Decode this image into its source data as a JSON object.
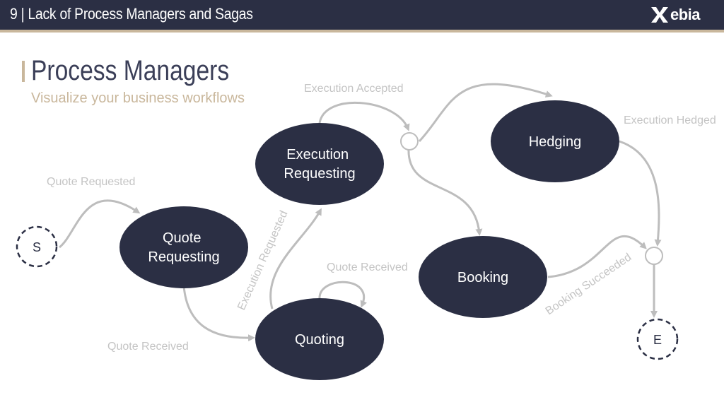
{
  "header": {
    "title": "9 | Lack of Process Managers and Sagas",
    "logo_text": "ebia"
  },
  "heading": {
    "title": "Process Managers",
    "subtitle": "Visualize your business workflows"
  },
  "nodes": {
    "quote_requesting": [
      "Quote",
      "Requesting"
    ],
    "quoting": [
      "Quoting"
    ],
    "execution_requesting": [
      "Execution",
      "Requesting"
    ],
    "hedging": [
      "Hedging"
    ],
    "booking": [
      "Booking"
    ]
  },
  "terminals": {
    "start": "S",
    "end": "E"
  },
  "edges": {
    "quote_requested": "Quote Requested",
    "quote_received_1": "Quote Received",
    "quote_received_2": "Quote Received",
    "execution_requested": "Execution Requested",
    "execution_accepted": "Execution Accepted",
    "execution_hedged": "Execution Hedged",
    "booking_succeeded": "Booking Succeeded"
  },
  "colors": {
    "navy": "#2b2f44",
    "accent": "#c9b79c",
    "arrow": "#bdbdbd",
    "edge_label": "#c4c4c4"
  }
}
